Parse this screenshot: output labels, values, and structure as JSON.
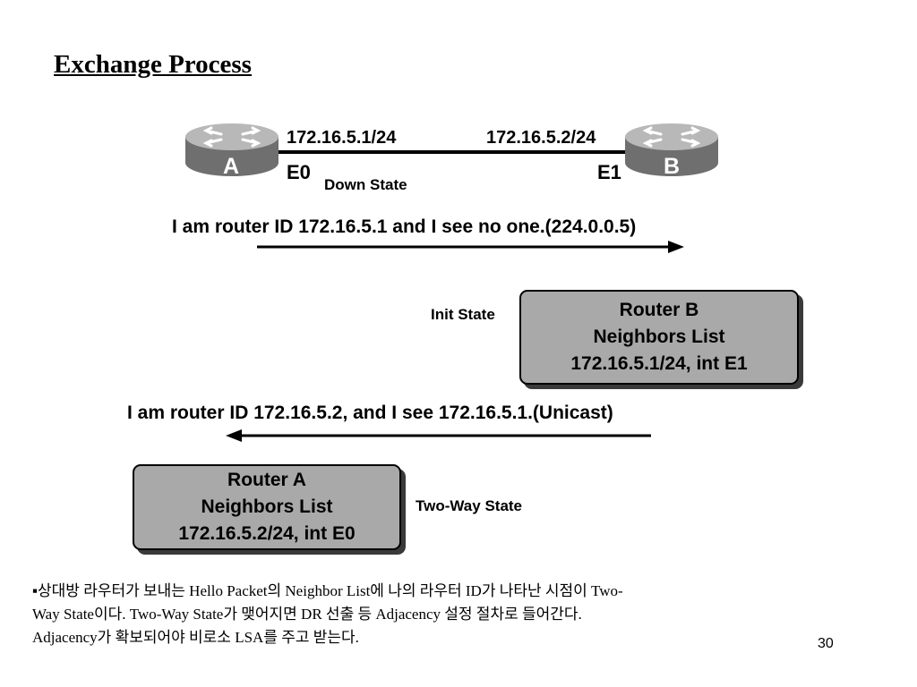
{
  "title": "Exchange Process",
  "router_a": {
    "label": "A",
    "ip": "172.16.5.1/24",
    "port": "E0"
  },
  "router_b": {
    "label": "B",
    "ip": "172.16.5.2/24",
    "port": "E1"
  },
  "states": {
    "down": "Down State",
    "init": "Init State",
    "two_way": "Two-Way State"
  },
  "messages": {
    "hello_a_to_b": "I am router ID 172.16.5.1 and I see  no one.(224.0.0.5)",
    "hello_b_to_a": "I am router ID 172.16.5.2, and I see 172.16.5.1.(Unicast)"
  },
  "neighbor_tables": {
    "router_b": {
      "line1": "Router B",
      "line2": "Neighbors List",
      "line3": "172.16.5.1/24, int E1"
    },
    "router_a": {
      "line1": "Router A",
      "line2": "Neighbors List",
      "line3": "172.16.5.2/24, int E0"
    }
  },
  "description": {
    "line1": "▪상대방 라우터가 보내는 Hello Packet의 Neighbor List에 나의 라우터 ID가 나타난 시점이 Two-",
    "line2": "Way  State이다. Two-Way State가 맺어지면 DR 선출 등 Adjacency 설정 절차로 들어간다.",
    "line3": "Adjacency가 확보되어야 비로소 LSA를 주고 받는다."
  },
  "page_number": "30",
  "colors": {
    "router_body": "#8f8f8f",
    "box_fill": "#a9a9a9",
    "line": "#000000"
  }
}
